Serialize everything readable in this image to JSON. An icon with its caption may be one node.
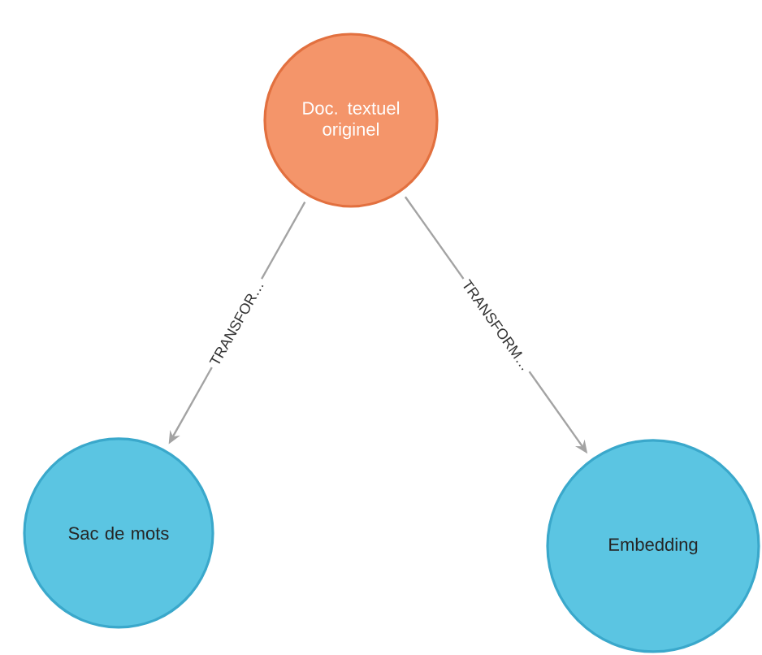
{
  "diagram": {
    "nodes": [
      {
        "text": [
          "Doc. textuel originel"
        ]
      },
      {
        "text": [
          "Sac de mots"
        ]
      },
      {
        "text": [
          "Embedding"
        ]
      }
    ],
    "edges": [
      {
        "from": 0,
        "to": 1,
        "arrow": "to",
        "label": "TRANSFOR…"
      },
      {
        "from": 0,
        "to": 2,
        "arrow": "to",
        "label": "TRANSFORM…"
      }
    ]
  }
}
